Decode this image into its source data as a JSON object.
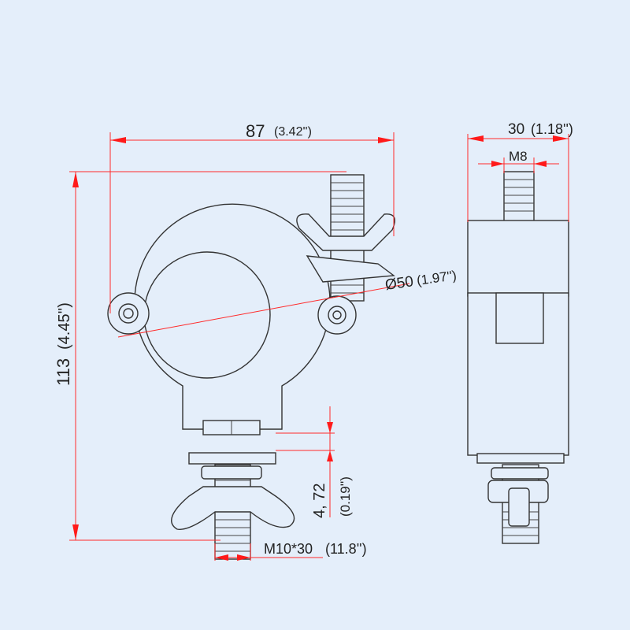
{
  "dimensions": {
    "width_front": "87",
    "width_front_in": "(3.42'')",
    "height": "113",
    "height_in": "(4.45'')",
    "diameter": "Ø50",
    "diameter_in": "(1.97'')",
    "gap": "4, 72",
    "gap_in": "(0.19'')",
    "bolt": "M10*30",
    "bolt_in": "(11.8'')",
    "width_side": "30",
    "width_side_in": "(1.18'')",
    "top_bolt": "M8"
  },
  "colors": {
    "background": "#e4eefa",
    "dimension": "#ff2a2a",
    "outline": "#333333"
  }
}
